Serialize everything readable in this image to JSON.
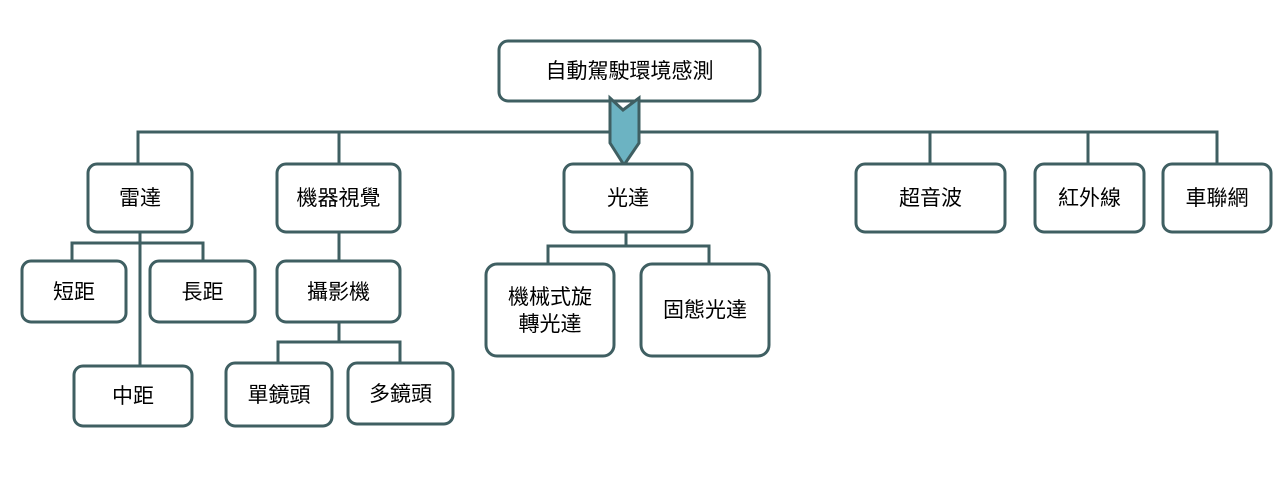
{
  "diagram": {
    "root": "自動駕駛環境感測",
    "categories": {
      "radar": "雷達",
      "vision": "機器視覺",
      "lidar": "光達",
      "ultrasonic": "超音波",
      "infrared": "紅外線",
      "v2x": "車聯網"
    },
    "radar_children": {
      "short": "短距",
      "long": "長距",
      "mid": "中距"
    },
    "vision_children": {
      "camera": "攝影機"
    },
    "camera_children": {
      "mono": "單鏡頭",
      "multi": "多鏡頭"
    },
    "lidar_children": {
      "mechanical_line1": "機械式旋",
      "mechanical_line2": "轉光達",
      "solid_state": "固態光達"
    }
  },
  "colors": {
    "line": "#3f5f62",
    "arrow_fill": "#6cb3c2"
  }
}
